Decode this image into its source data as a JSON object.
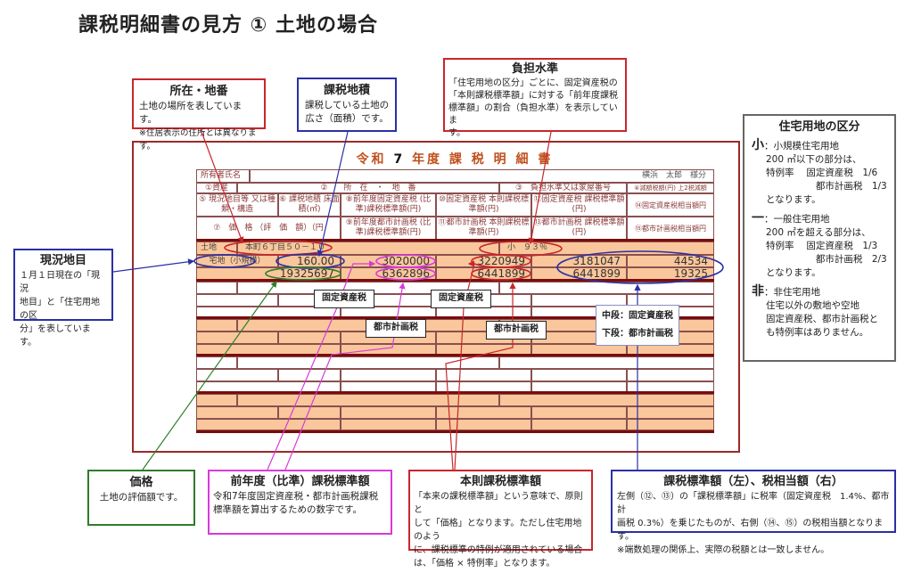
{
  "title": "課税明細書の見方 ① 土地の場合",
  "sheet": {
    "title_prefix": "令和",
    "year": "7",
    "title_suffix": "年度 課 税 明 細 書",
    "owner_label": "所有者氏名",
    "owner_name": "横浜　太郎　様分",
    "headers": {
      "h1": "①資産",
      "h2": "②　　所　在　・　地　番",
      "h3": "③　負担水準又は家屋番号",
      "h4": "④減額税額(円) 上2税減額",
      "h5": "⑤ 現況地目等 又は種類・構造",
      "h6": "⑥ 課税地積 床面積(㎡)",
      "h7": "⑦　価　格 （評　価　額）（円",
      "h8": "⑧前年度固定資産税 (比準)課税標準額(円)",
      "h9": "⑨前年度都市計画税 (比準)課税標準額(円)",
      "h10": "⑩固定資産税 本則課税標準額(円)",
      "h11": "⑪都市計画税 本則課税標準額(円)",
      "h12": "⑫固定資産税 課税標準額(円)",
      "h13": "⑬都市計画税 課税標準額(円)",
      "h14": "⑭固定資産税相当額円",
      "h15": "⑮都市計画税相当額円"
    },
    "row": {
      "asset": "土地",
      "location": "本町６丁目５０－１０",
      "burden": "小　９３％",
      "land_type": "宅地（小規模）",
      "area": "160.00",
      "price": "19325697",
      "prev_fixed": "3020000",
      "prev_city": "6362896",
      "base_fixed": "3220949",
      "base_city": "6441899",
      "std_fixed": "3181047",
      "std_city": "6441899",
      "tax_fixed": "44534",
      "tax_city": "19325"
    }
  },
  "callouts": {
    "location": {
      "title": "所在・地番",
      "lines": [
        "土地の場所を表しています。",
        "※住居表示の住所とは異なります。"
      ]
    },
    "area": {
      "title": "課税地積",
      "lines": [
        "課税している土地の",
        "広さ（面積）です。"
      ]
    },
    "burden": {
      "title": "負担水準",
      "lines": [
        "「住宅用地の区分」ごとに、固定資産税の",
        "「本則課税標準額」に対する「前年度課税",
        "標準額」の割合（負担水準）を表示していま",
        "す。"
      ]
    },
    "land_type": {
      "title": "現況地目",
      "lines": [
        "１月１日現在の「現況",
        "地目」と「住宅用地の区",
        "分」を表しています。"
      ]
    },
    "price": {
      "title": "価格",
      "lines": [
        "土地の評価額です。"
      ]
    },
    "prev": {
      "title": "前年度（比準）課税標準額",
      "lines": [
        "令和7年度固定資産税・都市計画税課税",
        "標準額を算出するための数字です。"
      ]
    },
    "base": {
      "title": "本則課税標準額",
      "lines": [
        "「本来の課税標準額」という意味で、原則と",
        "して「価格」となります。ただし住宅用地のよう",
        "に、課税標準の特例が適用されている場合",
        "は、「価格 × 特例率」となります。"
      ]
    },
    "std": {
      "title": "課税標準額（左）、税相当額（右）",
      "lines": [
        "左側（⑫、⑬）の「課税標準額」に税率（固定資産税　1.4%、都市計",
        "画税 0.3%）を乗じたものが、右側（⑭、⑮）の税相当額となります。",
        "※端数処理の関係上、実際の税額とは一致しません。"
      ]
    }
  },
  "tags": {
    "fixed1": "固定資産税",
    "fixed2": "固定資産税",
    "city1": "都市計画税",
    "city2": "都市計画税",
    "mid": "中段：固定資産税",
    "low": "下段：都市計画税"
  },
  "kubun": {
    "title": "住宅用地の区分",
    "small": {
      "mark": "小",
      "name": "：小規模住宅用地",
      "lines": [
        "200 ㎡以下の部分は、",
        "特例率　 固定資産税　1/6",
        "　　　　　 都市計画税　1/3",
        "となります。"
      ]
    },
    "general": {
      "mark": "一",
      "name": "：一般住宅用地",
      "lines": [
        "200 ㎡を超える部分は、",
        "特例率　 固定資産税　1/3",
        "　　　　　 都市計画税　2/3",
        "となります。"
      ]
    },
    "non": {
      "mark": "非",
      "name": "：非住宅用地",
      "lines": [
        "住宅以外の敷地や空地",
        "固定資産税、都市計画税と",
        "も特例率はありません。"
      ]
    }
  },
  "colors": {
    "red": "#c8262c",
    "blue": "#2b2fa6",
    "green": "#2f7d2a",
    "magenta": "#d83ad8",
    "orange_fill": "#f9c79b",
    "frame": "#7a0d0d"
  }
}
